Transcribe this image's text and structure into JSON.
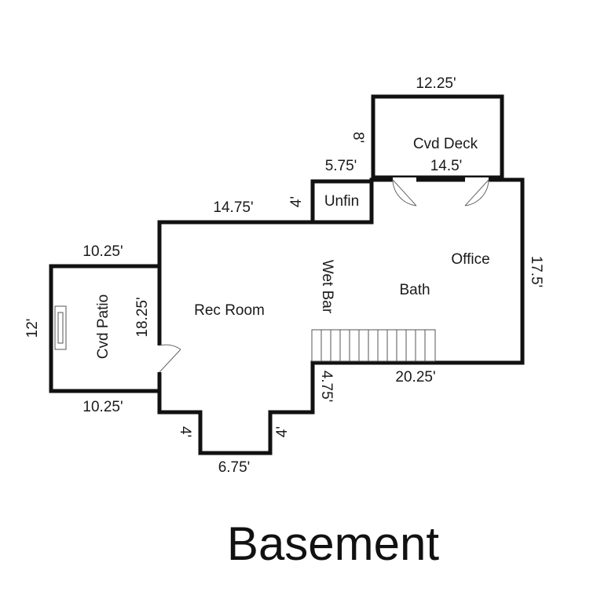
{
  "plan": {
    "title": "Basement",
    "rooms": {
      "cvd_deck": "Cvd Deck",
      "unfin": "Unfin",
      "office": "Office",
      "wet_bar": "Wet Bar",
      "bath": "Bath",
      "rec_room": "Rec Room",
      "cvd_patio": "Cvd Patio"
    },
    "dimensions": {
      "deck_top": "12.25'",
      "deck_side": "8'",
      "deck_bottom": "14.5'",
      "unfin_top": "5.75'",
      "unfin_side": "4'",
      "rec_top": "14.75'",
      "right_side": "17.5'",
      "bottom_right": "20.25'",
      "step_right": "4.75'",
      "bay_right": "4'",
      "bay_bottom": "6.75'",
      "bay_left": "4'",
      "patio_top": "10.25'",
      "patio_bottom": "10.25'",
      "patio_side": "12'",
      "rec_side": "18.25'"
    }
  }
}
